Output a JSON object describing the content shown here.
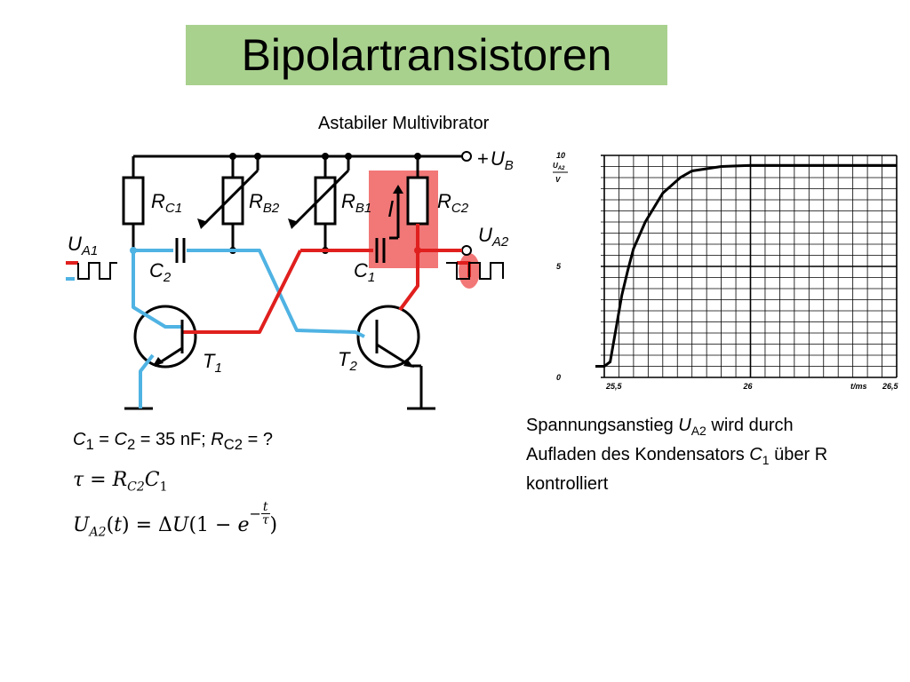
{
  "title": "Bipolartransistoren",
  "subtitle": "Astabiler Multivibrator",
  "circuit": {
    "supply": "+",
    "supply_sym": "U",
    "supply_sub": "B",
    "labels": {
      "rc1": [
        "R",
        "C1"
      ],
      "rb2": [
        "R",
        "B2"
      ],
      "rb1": [
        "R",
        "B1"
      ],
      "rc2": [
        "R",
        "C2"
      ],
      "c2": [
        "C",
        "2"
      ],
      "c1": [
        "C",
        "1"
      ],
      "t1": [
        "T",
        "1"
      ],
      "t2": [
        "T",
        "2"
      ],
      "ua1": [
        "U",
        "A1"
      ],
      "ua2": [
        "U",
        "A2"
      ],
      "current": "I"
    },
    "colors": {
      "wire": "#000000",
      "blue": "#4fb3e3",
      "red": "#e0201e",
      "highlight": "#f05f5f"
    }
  },
  "chart_data": {
    "type": "line",
    "series": [
      {
        "x": [
          25.5,
          25.52,
          25.54,
          25.56,
          25.58,
          25.6,
          25.64,
          25.7,
          25.76,
          25.8,
          25.9,
          26.0,
          26.2,
          26.5
        ],
        "y": [
          0.5,
          0.7,
          2.2,
          3.7,
          4.8,
          5.8,
          7.0,
          8.3,
          9.0,
          9.3,
          9.5,
          9.55,
          9.55,
          9.55
        ]
      }
    ],
    "y_ticks": [
      "10",
      "5",
      "0"
    ],
    "x_ticks": [
      "25,5",
      "26",
      "26,5"
    ],
    "x_unit": "t/ms",
    "y_unit": {
      "sym": "U",
      "sub": "A2",
      "unit": "V"
    },
    "xlim": [
      25.5,
      26.5
    ],
    "ylim": [
      0,
      10
    ],
    "grid": true,
    "line_color": "#000000"
  },
  "given": {
    "c1": "C",
    "c1_sub": "1",
    "eq1": " = ",
    "c2": "C",
    "c2_sub": "2",
    "eq2": " = 35 nF; ",
    "r": "R",
    "r_sub": "C2",
    "eq3": " = ?"
  },
  "formulas": {
    "tau": {
      "tau": "τ",
      "eq": " = ",
      "r": "R",
      "r_sub": "C2",
      "c": "C",
      "c_sub": "1"
    },
    "ua2": {
      "u": "U",
      "u_sub": "A2",
      "arg": "(",
      "t": "t",
      "argc": ")",
      "eq": " = Δ",
      "du": "U",
      "open": "(1 − ",
      "e": "e",
      "exp_sign": "−",
      "num": "t",
      "den": "τ",
      "close": ")"
    }
  },
  "description": {
    "l1": "Spannungsanstieg ",
    "u": "U",
    "u_sub": "A2",
    "l1b": " wird durch",
    "l2": "Aufladen des Kondensators ",
    "c": "C",
    "c_sub": "1",
    "l2b": " über R",
    "l3": "kontrolliert"
  }
}
